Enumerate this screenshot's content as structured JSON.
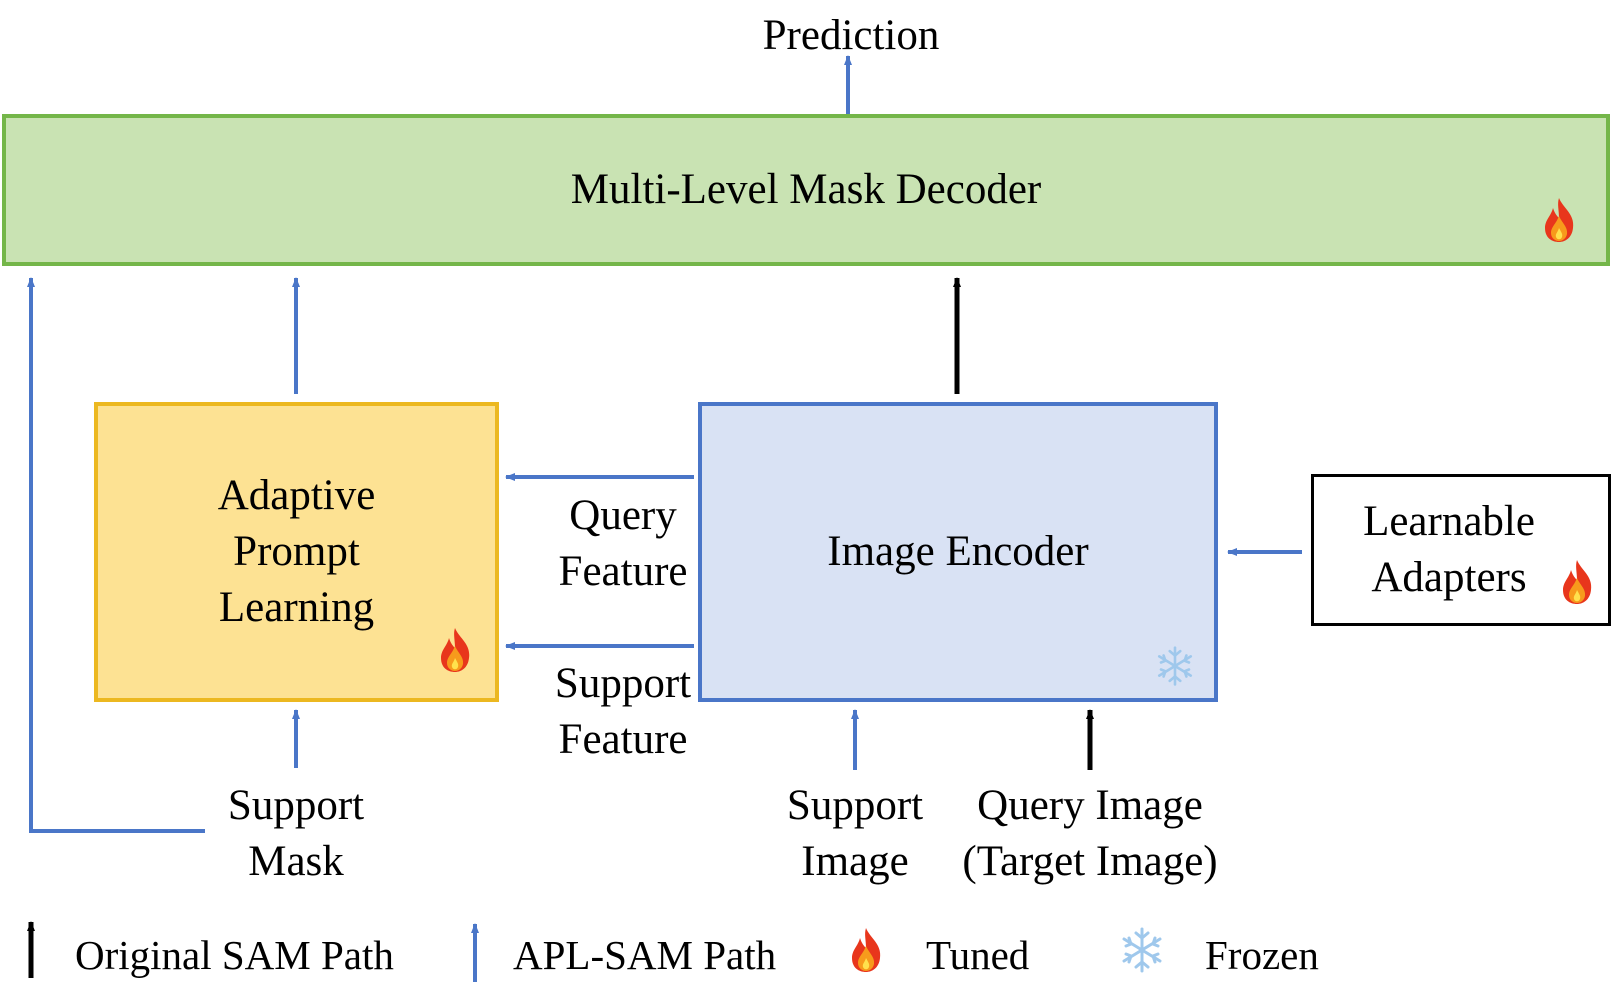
{
  "output": {
    "label": "Prediction"
  },
  "decoder": {
    "label": "Multi-Level Mask Decoder",
    "status_icon": "fire-icon"
  },
  "apl_module": {
    "label": "Adaptive\nPrompt\nLearning",
    "status_icon": "fire-icon"
  },
  "image_encoder": {
    "label": "Image Encoder",
    "status_icon": "snowflake-icon"
  },
  "adapters": {
    "label": "Learnable\nAdapters",
    "status_icon": "fire-icon"
  },
  "edge_labels": {
    "query_feature": "Query\nFeature",
    "support_feature": "Support\nFeature"
  },
  "inputs": {
    "support_mask": "Support\nMask",
    "support_image": "Support\nImage",
    "query_image": "Query Image\n(Target Image)"
  },
  "legend": {
    "original_path": "Original SAM Path",
    "apl_path": "APL-SAM Path",
    "tuned": "Tuned",
    "frozen": "Frozen"
  },
  "colors": {
    "original_path": "#000000",
    "apl_path": "#4a76c8",
    "decoder_fill": "#c9e3b3",
    "decoder_border": "#74b649",
    "apl_fill": "#fde293",
    "apl_border": "#ecb820",
    "encoder_fill": "#d9e2f4",
    "encoder_border": "#4a76c8"
  }
}
